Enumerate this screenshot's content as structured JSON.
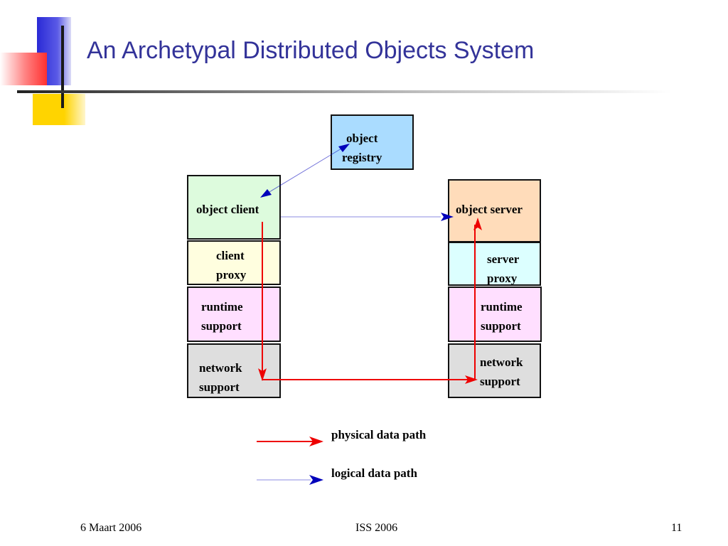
{
  "slide": {
    "title": "An Archetypal Distributed Objects System"
  },
  "diagram": {
    "registry": {
      "label": "object\nregistry",
      "color": "#aadcff"
    },
    "client": {
      "object": {
        "label": "object client",
        "color": "#ddfbdd"
      },
      "proxy": {
        "label": "client\nproxy",
        "color": "#fffedf"
      },
      "runtime": {
        "label": "runtime\nsupport",
        "color": "#ffdfff"
      },
      "network": {
        "label": "network\nsupport",
        "color": "#dedede"
      }
    },
    "server": {
      "object": {
        "label": "object server",
        "color": "#ffdcba"
      },
      "proxy": {
        "label": "server\nproxy",
        "color": "#dcffff"
      },
      "runtime": {
        "label": "runtime\nsupport",
        "color": "#ffdfff"
      },
      "network": {
        "label": "network\nsupport",
        "color": "#dedede"
      }
    },
    "legend": {
      "physical": {
        "label": "physical data path",
        "color": "#ee0000"
      },
      "logical": {
        "label": "logical data path",
        "color": "#0000bb"
      }
    }
  },
  "footer": {
    "date": "6 Maart 2006",
    "event": "ISS 2006",
    "page": "11"
  }
}
